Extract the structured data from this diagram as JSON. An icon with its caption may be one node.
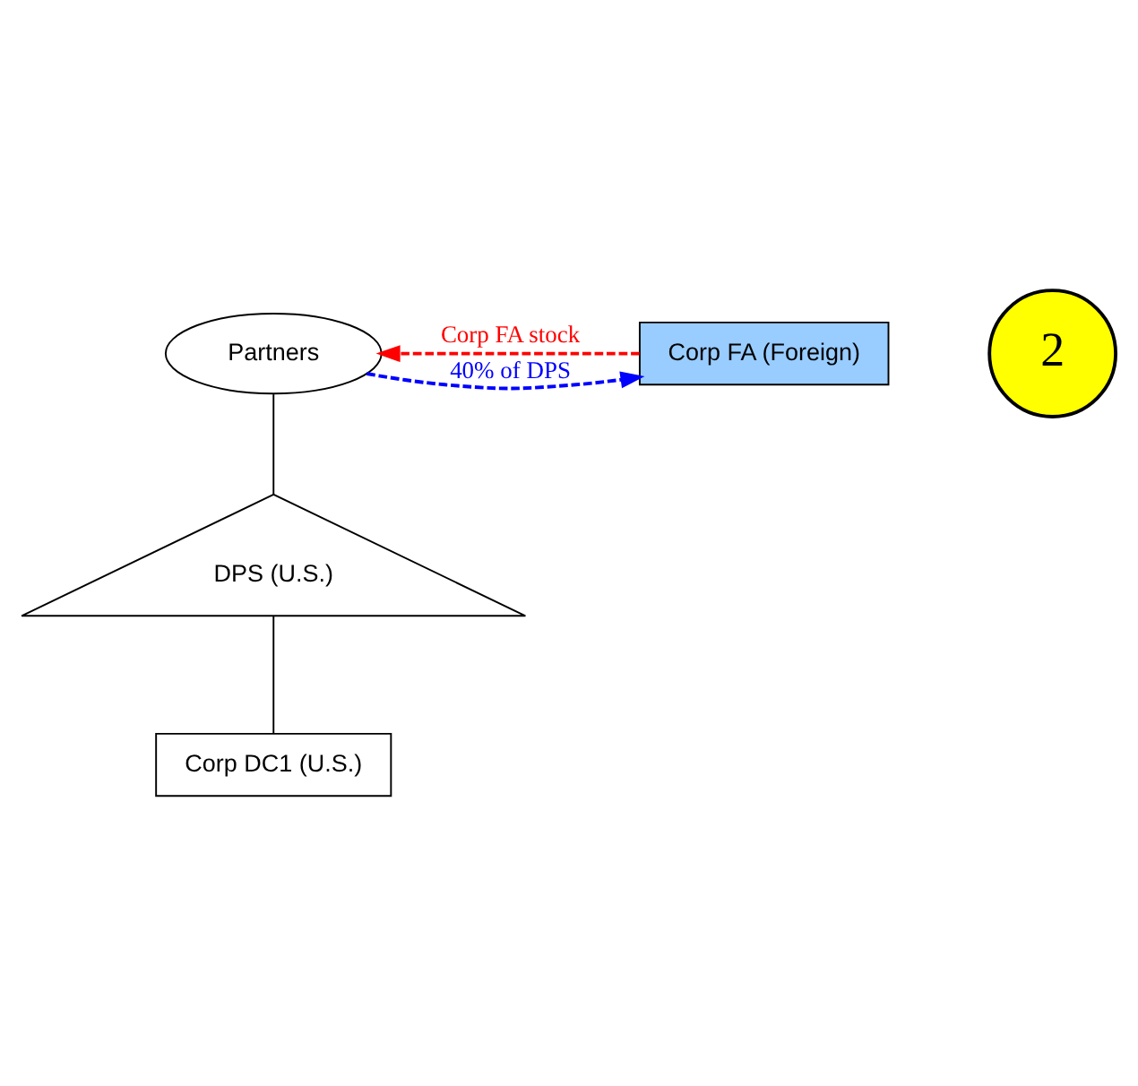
{
  "diagram": {
    "nodes": [
      {
        "text": [
          "Partners"
        ]
      },
      {
        "text": [
          "Corp FA (Foreign)"
        ]
      },
      {
        "text": [
          "2"
        ]
      },
      {
        "text": [
          "DPS (U.S.)"
        ]
      },
      {
        "text": [
          "Corp DC1 (U.S.)"
        ]
      }
    ],
    "edges": [
      {
        "from": 1,
        "to": 0,
        "arrow": "to",
        "label": "Corp FA stock",
        "style": "dashed",
        "color": "#ff0000"
      },
      {
        "from": 0,
        "to": 1,
        "arrow": "to",
        "label": "40% of DPS",
        "style": "dashed",
        "color": "#0000ff"
      },
      {
        "from": 0,
        "to": 3,
        "arrow": "none"
      },
      {
        "from": 3,
        "to": 4,
        "arrow": "none"
      }
    ]
  }
}
